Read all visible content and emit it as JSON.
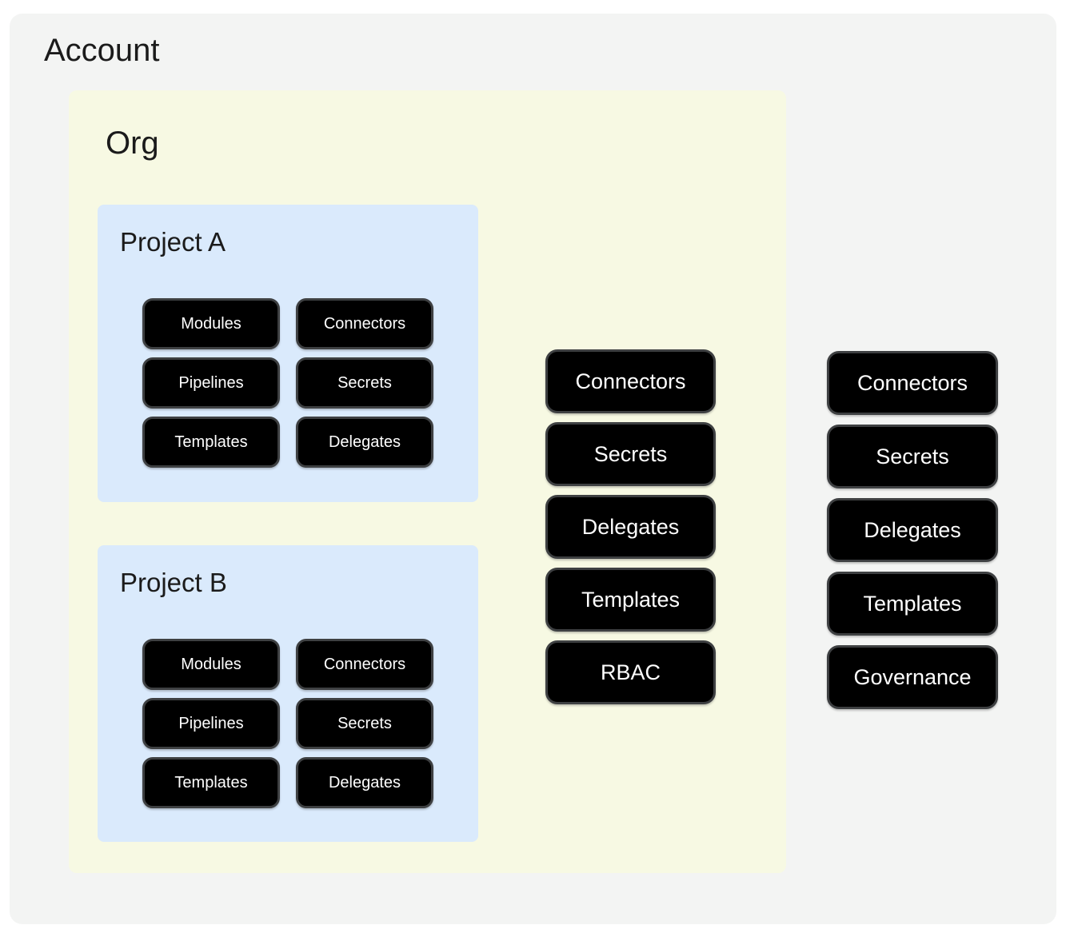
{
  "diagram": {
    "account": {
      "title": "Account",
      "pills": [
        "Connectors",
        "Secrets",
        "Delegates",
        "Templates",
        "Governance"
      ]
    },
    "org": {
      "title": "Org",
      "pills": [
        "Connectors",
        "Secrets",
        "Delegates",
        "Templates",
        "RBAC"
      ]
    },
    "project_a": {
      "title": "Project A",
      "pills": [
        "Modules",
        "Connectors",
        "Pipelines",
        "Secrets",
        "Templates",
        "Delegates"
      ]
    },
    "project_b": {
      "title": "Project B",
      "pills": [
        "Modules",
        "Connectors",
        "Pipelines",
        "Secrets",
        "Templates",
        "Delegates"
      ]
    },
    "colors": {
      "page_bg": "#ffffff",
      "account_bg": "#f3f4f3",
      "org_bg": "#f7f9e3",
      "project_bg": "#daeafc",
      "pill_bg": "#000000",
      "pill_border": "#3e4042",
      "pill_text": "#ffffff",
      "heading_text": "#1b1b1b"
    }
  }
}
